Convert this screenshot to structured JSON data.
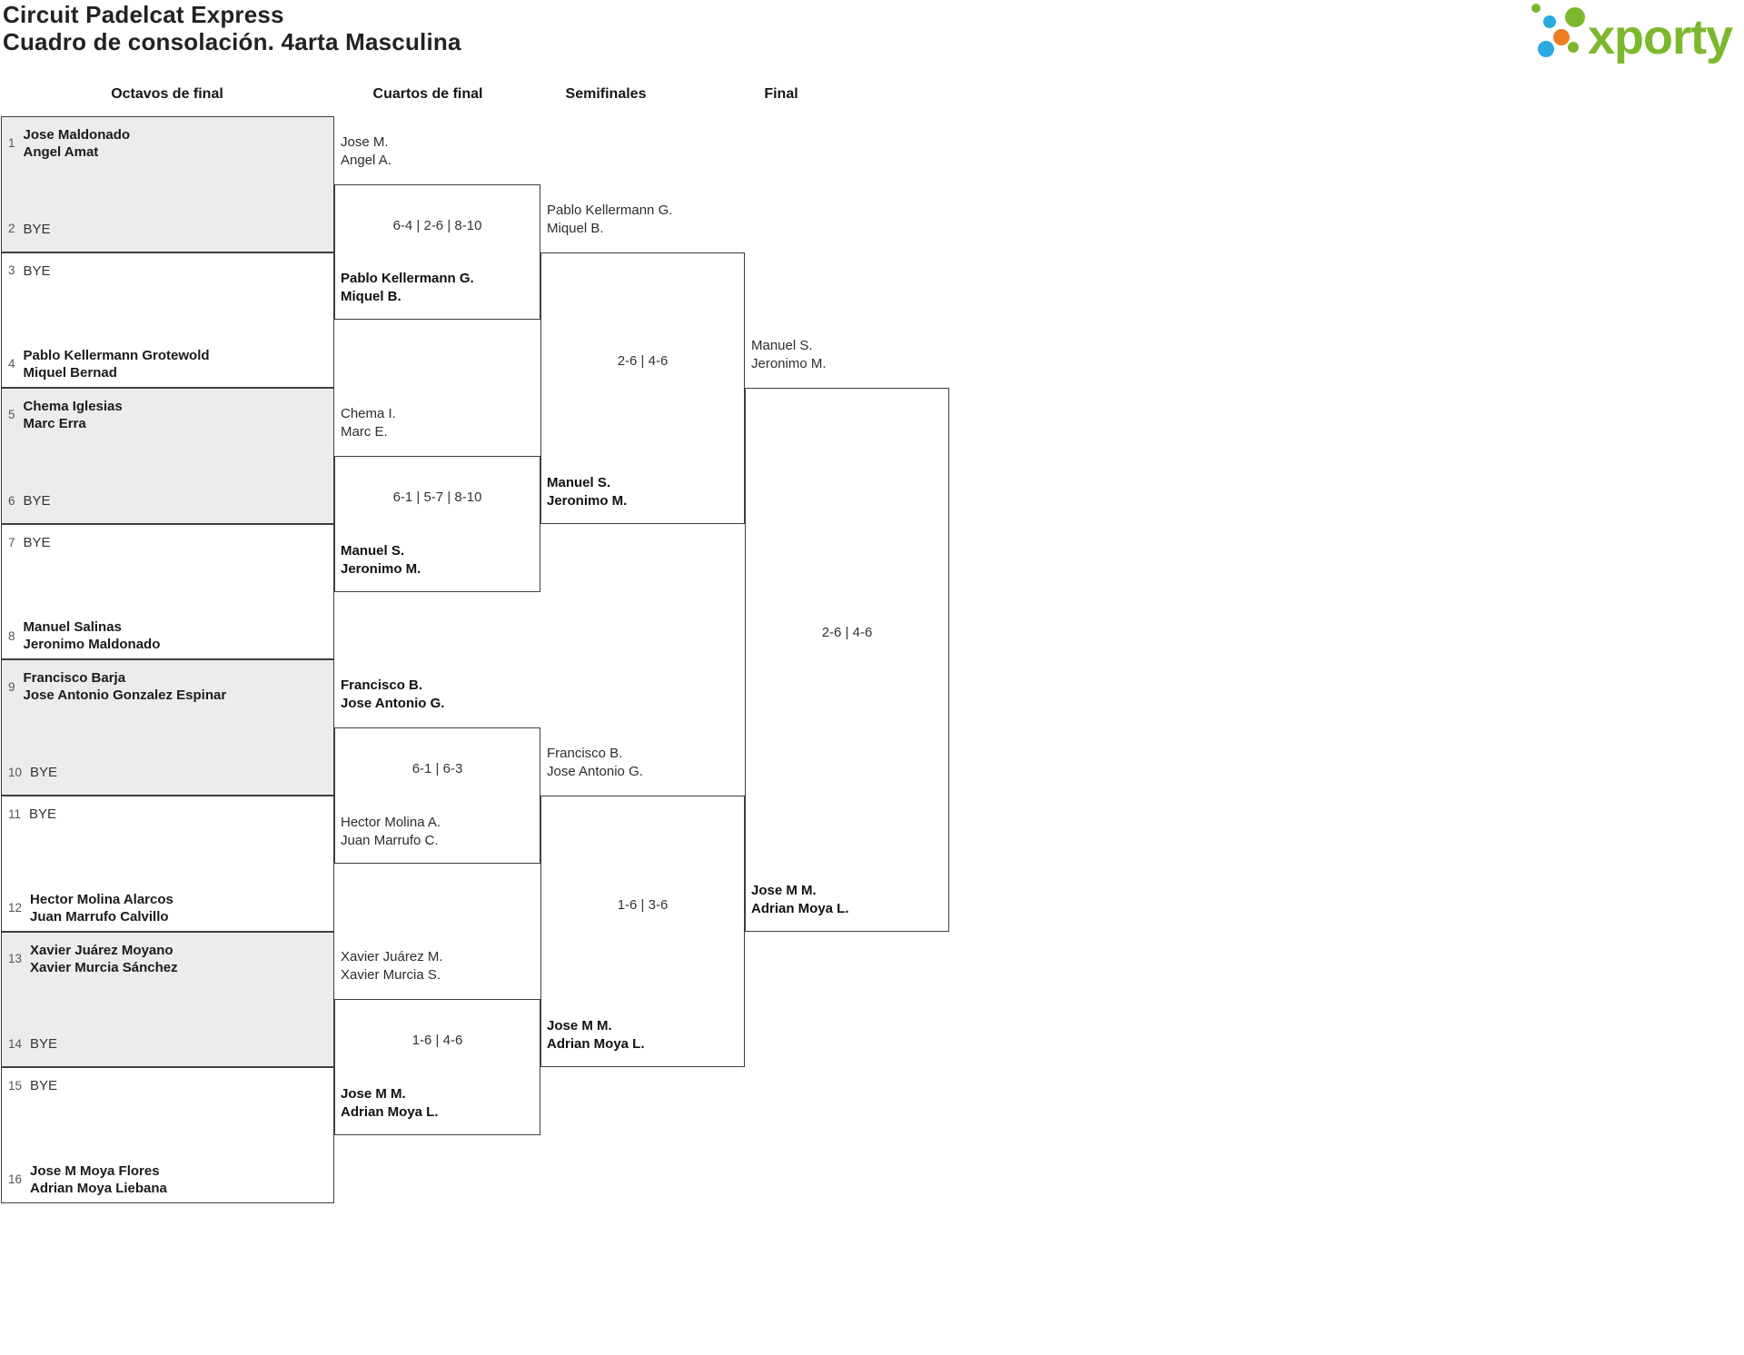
{
  "page": {
    "title_line1": "Circuit Padelcat Express",
    "title_line2": "Cuadro de consolación. 4arta Masculina"
  },
  "logo": {
    "wordmark": "xporty",
    "green": "#7cb82e",
    "blue": "#2da9e1",
    "orange": "#ec7d23"
  },
  "rounds": [
    "Octavos de final",
    "Cuartos de final",
    "Semifinales",
    "Final"
  ],
  "colors": {
    "box_border": "#3e3e3e",
    "box_fill_alt": "#ececec",
    "name_text": "#1b1b1b",
    "seed_text": "#555555",
    "score_text": "#333333"
  },
  "first_round": [
    {
      "top": {
        "seed": "1",
        "lines": [
          "Jose Maldonado",
          "Angel Amat"
        ],
        "bold": true,
        "bye": false
      },
      "bottom": {
        "seed": "2",
        "lines": [
          "BYE"
        ],
        "bold": false,
        "bye": true
      }
    },
    {
      "top": {
        "seed": "3",
        "lines": [
          "BYE"
        ],
        "bold": false,
        "bye": true
      },
      "bottom": {
        "seed": "4",
        "lines": [
          "Pablo Kellermann Grotewold",
          "Miquel Bernad"
        ],
        "bold": true,
        "bye": false
      }
    },
    {
      "top": {
        "seed": "5",
        "lines": [
          "Chema Iglesias",
          "Marc Erra"
        ],
        "bold": true,
        "bye": false
      },
      "bottom": {
        "seed": "6",
        "lines": [
          "BYE"
        ],
        "bold": false,
        "bye": true
      }
    },
    {
      "top": {
        "seed": "7",
        "lines": [
          "BYE"
        ],
        "bold": false,
        "bye": true
      },
      "bottom": {
        "seed": "8",
        "lines": [
          "Manuel Salinas",
          "Jeronimo Maldonado"
        ],
        "bold": true,
        "bye": false
      }
    },
    {
      "top": {
        "seed": "9",
        "lines": [
          "Francisco Barja",
          "Jose Antonio Gonzalez Espinar"
        ],
        "bold": true,
        "bye": false
      },
      "bottom": {
        "seed": "10",
        "lines": [
          "BYE"
        ],
        "bold": false,
        "bye": true
      }
    },
    {
      "top": {
        "seed": "11",
        "lines": [
          "BYE"
        ],
        "bold": false,
        "bye": true
      },
      "bottom": {
        "seed": "12",
        "lines": [
          "Hector Molina Alarcos",
          "Juan Marrufo Calvillo"
        ],
        "bold": true,
        "bye": false
      }
    },
    {
      "top": {
        "seed": "13",
        "lines": [
          "Xavier Juárez Moyano",
          "Xavier Murcia Sánchez"
        ],
        "bold": true,
        "bye": false
      },
      "bottom": {
        "seed": "14",
        "lines": [
          "BYE"
        ],
        "bold": false,
        "bye": true
      }
    },
    {
      "top": {
        "seed": "15",
        "lines": [
          "BYE"
        ],
        "bold": false,
        "bye": true
      },
      "bottom": {
        "seed": "16",
        "lines": [
          "Jose M Moya Flores",
          "Adrian Moya Liebana"
        ],
        "bold": true,
        "bye": false
      }
    }
  ],
  "later_rounds": [
    {
      "name": "Cuartos de final",
      "matches": [
        {
          "team_top": {
            "lines": [
              "Jose M.",
              "Angel A."
            ],
            "bold": false
          },
          "team_bottom": {
            "lines": [
              "Pablo Kellermann G.",
              "Miquel B."
            ],
            "bold": true
          },
          "score": "6-4 | 2-6 | 8-10"
        },
        {
          "team_top": {
            "lines": [
              "Chema I.",
              "Marc E."
            ],
            "bold": false
          },
          "team_bottom": {
            "lines": [
              "Manuel S.",
              "Jeronimo M."
            ],
            "bold": true
          },
          "score": "6-1 | 5-7 | 8-10"
        },
        {
          "team_top": {
            "lines": [
              "Francisco B.",
              "Jose Antonio G."
            ],
            "bold": true
          },
          "team_bottom": {
            "lines": [
              "Hector Molina A.",
              "Juan Marrufo C."
            ],
            "bold": false
          },
          "score": "6-1 | 6-3"
        },
        {
          "team_top": {
            "lines": [
              "Xavier Juárez M.",
              "Xavier Murcia S."
            ],
            "bold": false
          },
          "team_bottom": {
            "lines": [
              "Jose M M.",
              "Adrian Moya L."
            ],
            "bold": true
          },
          "score": "1-6 | 4-6"
        }
      ]
    },
    {
      "name": "Semifinales",
      "matches": [
        {
          "team_top": {
            "lines": [
              "Pablo Kellermann G.",
              "Miquel B."
            ],
            "bold": false
          },
          "team_bottom": {
            "lines": [
              "Manuel S.",
              "Jeronimo M."
            ],
            "bold": true
          },
          "score": "2-6 | 4-6"
        },
        {
          "team_top": {
            "lines": [
              "Francisco B.",
              "Jose Antonio G."
            ],
            "bold": false
          },
          "team_bottom": {
            "lines": [
              "Jose M M.",
              "Adrian Moya L."
            ],
            "bold": true
          },
          "score": "1-6 | 3-6"
        }
      ]
    },
    {
      "name": "Final",
      "matches": [
        {
          "team_top": {
            "lines": [
              "Manuel S.",
              "Jeronimo M."
            ],
            "bold": false
          },
          "team_bottom": {
            "lines": [
              "Jose M M.",
              "Adrian Moya L."
            ],
            "bold": true
          },
          "score": "2-6 | 4-6"
        }
      ]
    }
  ]
}
